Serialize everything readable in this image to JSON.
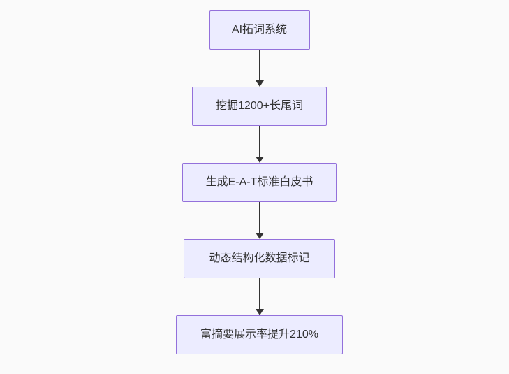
{
  "canvas": {
    "background": "#fafafa"
  },
  "flowchart": {
    "type": "flowchart",
    "direction": "top-down",
    "style": {
      "node_fill": "#ECECFF",
      "node_border": "#9370DB",
      "node_text_color": "#333333",
      "arrow_color": "#333333"
    },
    "nodes": [
      {
        "label": "AI拓词系统"
      },
      {
        "label": "挖掘1200+长尾词"
      },
      {
        "label": "生成E-A-T标准白皮书"
      },
      {
        "label": "动态结构化数据标记"
      },
      {
        "label": "富摘要展示率提升210%"
      }
    ],
    "edges": [
      {
        "from": 0,
        "to": 1
      },
      {
        "from": 1,
        "to": 2
      },
      {
        "from": 2,
        "to": 3
      },
      {
        "from": 3,
        "to": 4
      }
    ]
  }
}
